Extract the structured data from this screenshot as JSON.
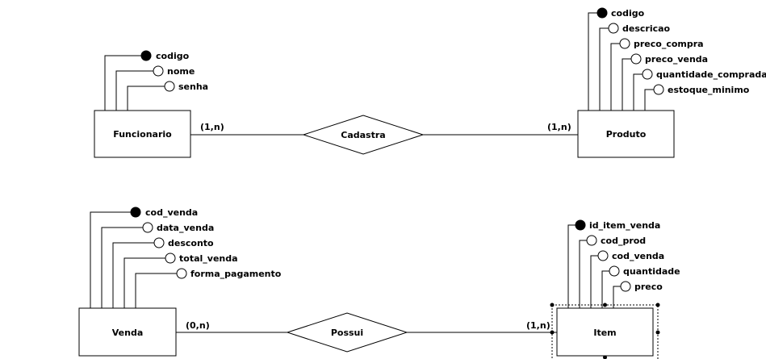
{
  "diagram": {
    "entities": {
      "funcionario": {
        "name": "Funcionario",
        "attributes": [
          {
            "label": "codigo",
            "key": true
          },
          {
            "label": "nome",
            "key": false
          },
          {
            "label": "senha",
            "key": false
          }
        ]
      },
      "produto": {
        "name": "Produto",
        "attributes": [
          {
            "label": "codigo",
            "key": true
          },
          {
            "label": "descricao",
            "key": false
          },
          {
            "label": "preco_compra",
            "key": false
          },
          {
            "label": "preco_venda",
            "key": false
          },
          {
            "label": "quantidade_comprada",
            "key": false
          },
          {
            "label": "estoque_minimo",
            "key": false
          }
        ]
      },
      "venda": {
        "name": "Venda",
        "attributes": [
          {
            "label": "cod_venda",
            "key": true
          },
          {
            "label": "data_venda",
            "key": false
          },
          {
            "label": "desconto",
            "key": false
          },
          {
            "label": "total_venda",
            "key": false
          },
          {
            "label": "forma_pagamento",
            "key": false
          }
        ]
      },
      "item": {
        "name": "Item",
        "attributes": [
          {
            "label": "id_item_venda",
            "key": true
          },
          {
            "label": "cod_prod",
            "key": false
          },
          {
            "label": "cod_venda",
            "key": false
          },
          {
            "label": "quantidade",
            "key": false
          },
          {
            "label": "preco",
            "key": false
          }
        ]
      }
    },
    "relationships": {
      "cadastra": {
        "name": "Cadastra",
        "left_cardinality": "(1,n)",
        "right_cardinality": "(1,n)"
      },
      "possui": {
        "name": "Possui",
        "left_cardinality": "(0,n)",
        "right_cardinality": "(1,n)"
      }
    }
  }
}
